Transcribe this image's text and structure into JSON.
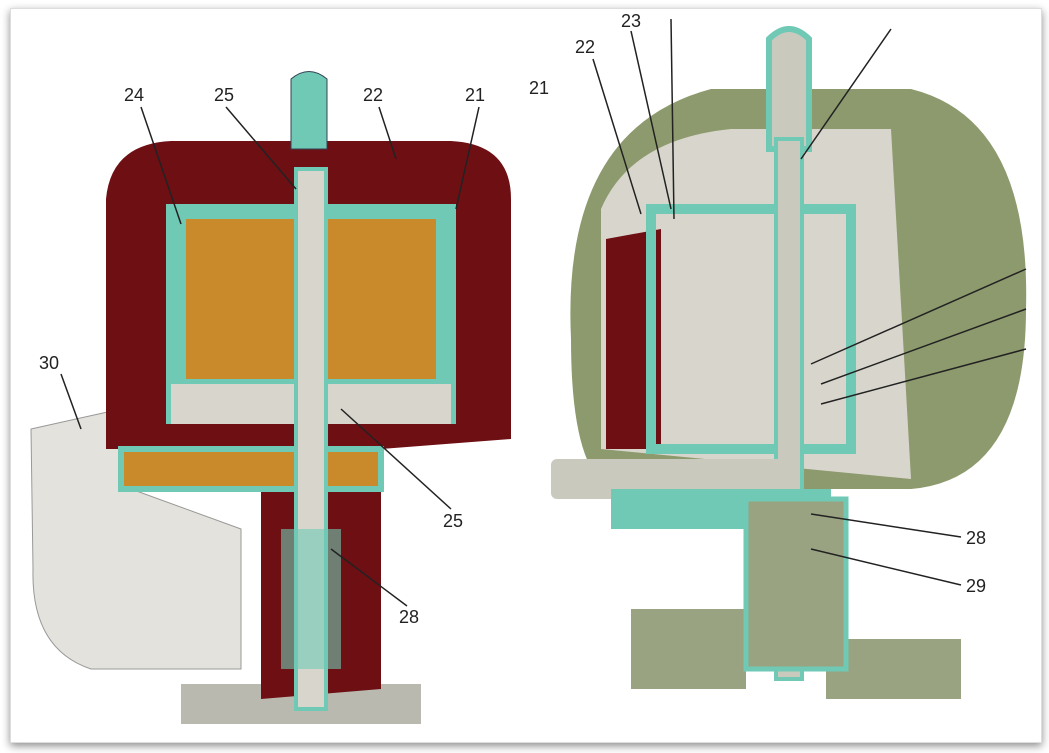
{
  "left_view": {
    "labels": [
      "24",
      "25",
      "22",
      "21",
      "30",
      "25",
      "28"
    ]
  },
  "right_view": {
    "labels": [
      "21",
      "22",
      "23",
      "28",
      "29"
    ]
  },
  "colors": {
    "housing": "#6e0f14",
    "teal": "#6fc9b4",
    "filter": "#c88a2a",
    "green_body": "#8d9a6e",
    "metal": "#d8d6cc"
  }
}
